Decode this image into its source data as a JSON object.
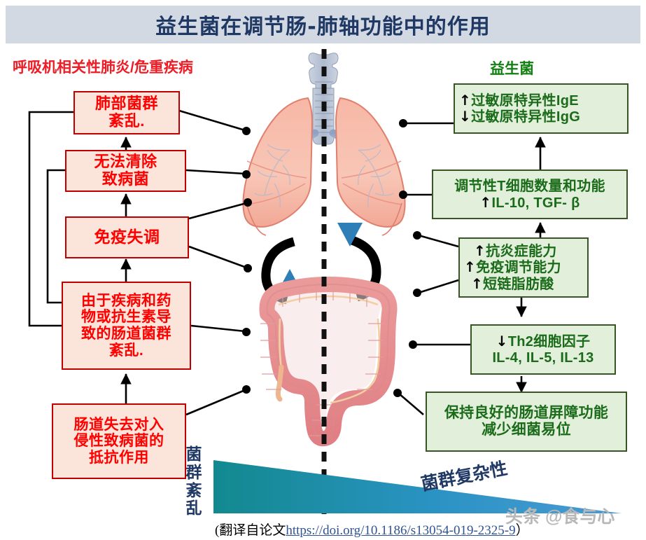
{
  "title": "益生菌在调节肠-肺轴功能中的作用",
  "headers": {
    "left": "呼吸机相关性肺炎/危重疾病",
    "right": "益生菌"
  },
  "colors": {
    "title_bar_bg": "#d3d9e2",
    "title_text": "#1f3864",
    "left_header": "#ee1c25",
    "right_header": "#128012",
    "red_box_bg": "#fbe5da",
    "red_box_border": "#c00000",
    "red_box_text": "#ff0000",
    "green_box_bg": "#e2efda",
    "green_box_border": "#375623",
    "green_box_text": "#1a6b1a",
    "wedge_start": "#12898f",
    "wedge_end": "#4a9ad4",
    "link": "#2f5496",
    "watermark": "#b8b8b8"
  },
  "left_nodes": [
    {
      "id": "lung-dysbiosis",
      "lines": [
        "肺部菌群",
        "紊乱."
      ]
    },
    {
      "id": "cannot-clear",
      "lines": [
        "无法清除",
        "致病菌"
      ]
    },
    {
      "id": "immune-dysregulation",
      "lines": [
        "免疫失调"
      ]
    },
    {
      "id": "gut-dysbiosis",
      "lines": [
        "由于疾病和药",
        "物或抗生素导",
        "致的肠道菌群",
        "紊乱."
      ]
    },
    {
      "id": "loss-resistance",
      "lines": [
        "肠道失去对入",
        "侵性致病菌的",
        "抵抗作用"
      ]
    }
  ],
  "right_nodes": [
    {
      "id": "ige-igg",
      "lines": [
        {
          "arrow": "↑",
          "text": "过敏原特异性IgE"
        },
        {
          "arrow": "↓",
          "text": "过敏原特异性IgG"
        }
      ]
    },
    {
      "id": "treg",
      "lines": [
        {
          "arrow": "",
          "text": "调节性T细胞数量和功能"
        },
        {
          "arrow": "↑",
          "text": "IL-10, TGF- β"
        }
      ]
    },
    {
      "id": "anti-inflam",
      "lines": [
        {
          "arrow": "↑",
          "text": "抗炎症能力"
        },
        {
          "arrow": "↑",
          "text": "免疫调节能力"
        },
        {
          "arrow": "↑",
          "text": "短链脂肪酸"
        }
      ]
    },
    {
      "id": "th2",
      "lines": [
        {
          "arrow": "↓",
          "text": "Th2细胞因子"
        },
        {
          "arrow": "",
          "text": "IL-4, IL-5, IL-13"
        }
      ]
    },
    {
      "id": "barrier",
      "lines": [
        {
          "arrow": "",
          "text": "保持良好的肠道屏障功能"
        },
        {
          "arrow": "",
          "text": "减少细菌易位"
        }
      ]
    }
  ],
  "wedge": {
    "left_label": "菌群紊乱",
    "right_label": "菌群复杂性"
  },
  "citation": {
    "prefix": "(翻译自论文",
    "link_text": "https://doi.org/10.1186/s13054-019-2325-9",
    "suffix": "）"
  },
  "watermark": "头条 @食与心"
}
